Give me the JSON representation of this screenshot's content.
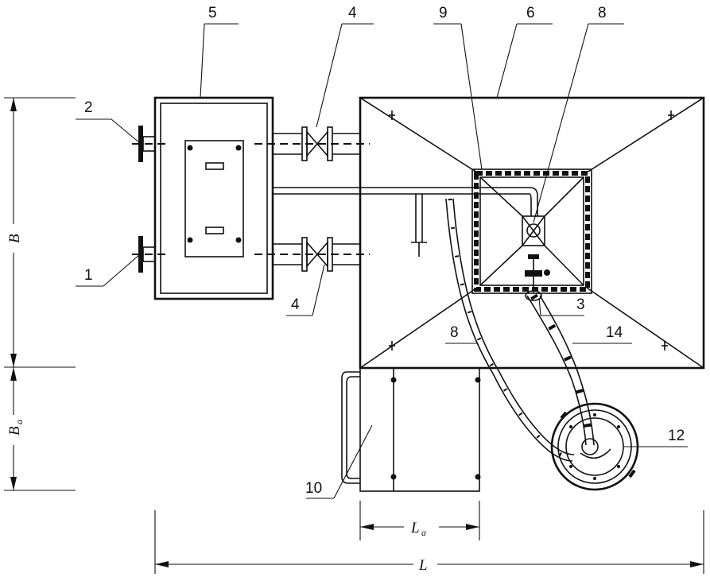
{
  "callouts": {
    "c1": "1",
    "c2": "2",
    "c3": "3",
    "c4a": "4",
    "c4b": "4",
    "c5": "5",
    "c6": "6",
    "c8a": "8",
    "c8b": "8",
    "c9": "9",
    "c10": "10",
    "c12": "12",
    "c14": "14"
  },
  "dimensions": {
    "B": "B",
    "B_sub_main": "B",
    "B_sub_sub": "a",
    "L": "L",
    "L_sub_main": "L",
    "L_sub_sub": "a"
  }
}
